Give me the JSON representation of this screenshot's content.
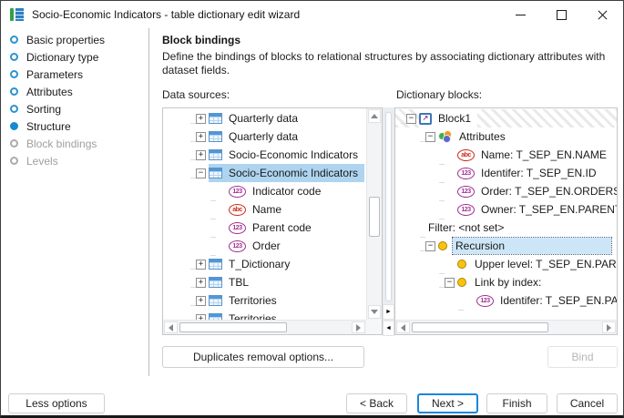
{
  "window": {
    "title": "Socio-Economic Indicators - table dictionary edit wizard"
  },
  "icons": {
    "app": "table-dictionary-icon",
    "minimize": "minimize-icon",
    "maximize": "maximize-icon",
    "close": "close-icon",
    "numeric_glyph": "123",
    "text_glyph": "abc",
    "collapse_right": "►",
    "collapse_left": "◄",
    "expand": "+",
    "collapse": "−"
  },
  "sidebar": {
    "steps": [
      {
        "label": "Basic properties",
        "state": "enabled"
      },
      {
        "label": "Dictionary type",
        "state": "enabled"
      },
      {
        "label": "Parameters",
        "state": "enabled"
      },
      {
        "label": "Attributes",
        "state": "enabled"
      },
      {
        "label": "Sorting",
        "state": "enabled"
      },
      {
        "label": "Structure",
        "state": "current"
      },
      {
        "label": "Block bindings",
        "state": "disabled"
      },
      {
        "label": "Levels",
        "state": "disabled"
      }
    ]
  },
  "content": {
    "heading": "Block bindings",
    "description": "Define the bindings of blocks to relational structures by associating dictionary attributes with dataset fields.",
    "data_sources_label": "Data sources:",
    "dictionary_blocks_label": "Dictionary blocks:"
  },
  "data_sources_tree": [
    {
      "expander": "+",
      "icon": "table",
      "label": "Quarterly data",
      "depth": 0
    },
    {
      "expander": "+",
      "icon": "table",
      "label": "Quarterly data",
      "depth": 0
    },
    {
      "expander": "+",
      "icon": "table",
      "label": "Socio-Economic Indicators",
      "depth": 0
    },
    {
      "expander": "-",
      "icon": "table",
      "label": "Socio-Economic Indicators",
      "depth": 0,
      "selected": true
    },
    {
      "expander": "",
      "icon": "num",
      "label": "Indicator code",
      "depth": 1
    },
    {
      "expander": "",
      "icon": "abc",
      "label": "Name",
      "depth": 1
    },
    {
      "expander": "",
      "icon": "num",
      "label": "Parent code",
      "depth": 1
    },
    {
      "expander": "",
      "icon": "num",
      "label": "Order",
      "depth": 1
    },
    {
      "expander": "+",
      "icon": "table",
      "label": "T_Dictionary",
      "depth": 0
    },
    {
      "expander": "+",
      "icon": "table",
      "label": "TBL",
      "depth": 0
    },
    {
      "expander": "+",
      "icon": "table",
      "label": "Territories",
      "depth": 0
    },
    {
      "expander": "+",
      "icon": "table",
      "label": "Territories",
      "depth": 0
    }
  ],
  "dictionary_blocks_tree": [
    {
      "expander": "-",
      "icon": "block",
      "label": "Block1",
      "depth": 0,
      "hatched": true
    },
    {
      "expander": "-",
      "icon": "venn",
      "label": "Attributes",
      "depth": 1
    },
    {
      "expander": "",
      "icon": "abc",
      "label": "Name: T_SEP_EN.NAME",
      "depth": 2
    },
    {
      "expander": "",
      "icon": "num",
      "label": "Identifer: T_SEP_EN.ID",
      "depth": 2
    },
    {
      "expander": "",
      "icon": "num",
      "label": "Order: T_SEP_EN.ORDERS",
      "depth": 2
    },
    {
      "expander": "",
      "icon": "num",
      "label": "Owner: T_SEP_EN.PARENT_ID",
      "depth": 2
    },
    {
      "expander": "",
      "icon": "",
      "label": "Filter: <not set>",
      "depth": 1
    },
    {
      "expander": "-",
      "icon": "yellow",
      "label": "Recursion",
      "depth": 1,
      "focused": true
    },
    {
      "expander": "",
      "icon": "yellow",
      "label": "Upper level: T_SEP_EN.PARENT_ID",
      "depth": 2
    },
    {
      "expander": "-",
      "icon": "yellow",
      "label": "Link by index:",
      "depth": 2
    },
    {
      "expander": "",
      "icon": "num",
      "label": "Identifer: T_SEP_EN.PARENT_ID",
      "depth": 3
    }
  ],
  "panel_buttons": {
    "duplicates_removal": "Duplicates removal options...",
    "bind": "Bind"
  },
  "footer": {
    "less_options": "Less options",
    "back": "< Back",
    "next": "Next >",
    "finish": "Finish",
    "cancel": "Cancel"
  }
}
